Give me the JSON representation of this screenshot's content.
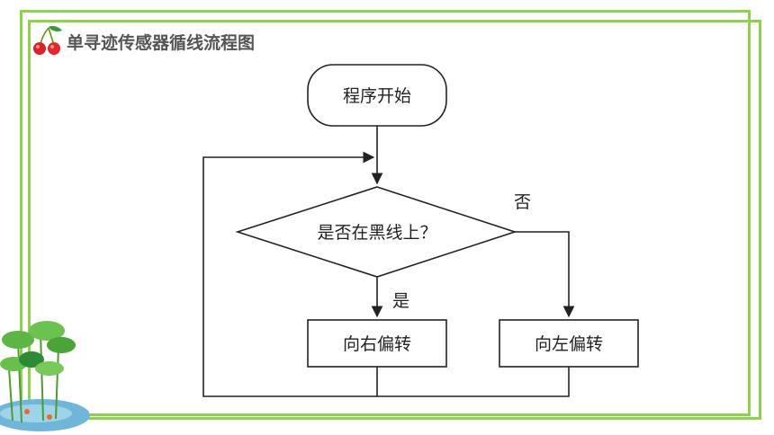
{
  "header": {
    "title": "单寻迹传感器循线流程图",
    "icon": "cherry-icon"
  },
  "flowchart": {
    "start": "程序开始",
    "decision": "是否在黑线上？",
    "yes_label": "是",
    "no_label": "否",
    "yes_action": "向右偏转",
    "no_action": "向左偏转"
  },
  "colors": {
    "frame": "#8fd14f",
    "title": "#555555",
    "line": "#222222"
  }
}
